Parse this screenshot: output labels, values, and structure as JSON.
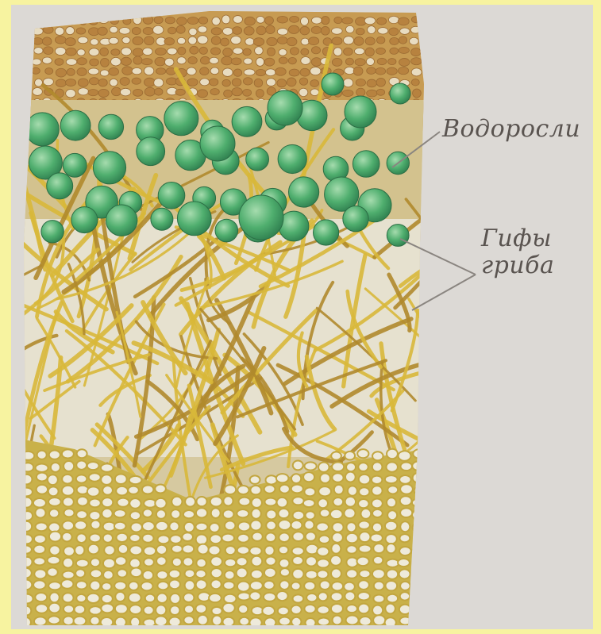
{
  "labels": {
    "algae": "Водоросли",
    "hyphae_line1": "Гифы",
    "hyphae_line2": "гриба"
  },
  "colors": {
    "frame_background": "#f7f3a0",
    "paper": "#dcd9d5",
    "upper_cortex": "#c79b52",
    "algae_cell": "#4fae6e",
    "hyphae": "#d8b83a",
    "lower_cortex": "#c9b14a",
    "label_text": "#5a5450"
  }
}
